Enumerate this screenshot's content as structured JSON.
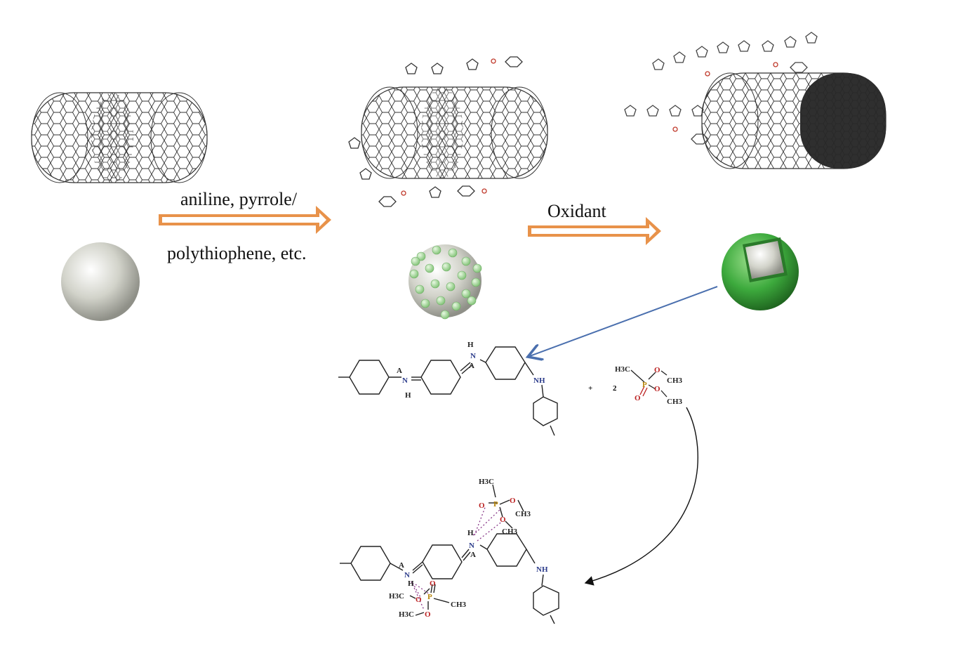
{
  "step1": {
    "reagent_line1": "aniline, pyrrole/",
    "reagent_line2": "polythiophene, etc."
  },
  "step2": {
    "reagent": "Oxidant"
  },
  "colors": {
    "arrow": "#e8924a",
    "arrow_inner": "#ffffff",
    "blue_arrow": "#4a6fae",
    "shell_green": "#3daa3d",
    "core_grey": "#c8c9c0",
    "dot_green": "#a8dca0"
  },
  "polymer_top": {
    "anion": "A",
    "n_h": "H",
    "n_plus": "N",
    "nh": "NH"
  },
  "dmmp": {
    "coef": "+",
    "count": "2",
    "h3c": "H3C",
    "p": "P",
    "o": "O",
    "ch3": "CH3"
  },
  "complex": {
    "h3c": "H3C",
    "ch3": "CH3",
    "p": "P",
    "o": "O",
    "h": "H",
    "n": "N",
    "a": "A",
    "nh": "NH"
  }
}
